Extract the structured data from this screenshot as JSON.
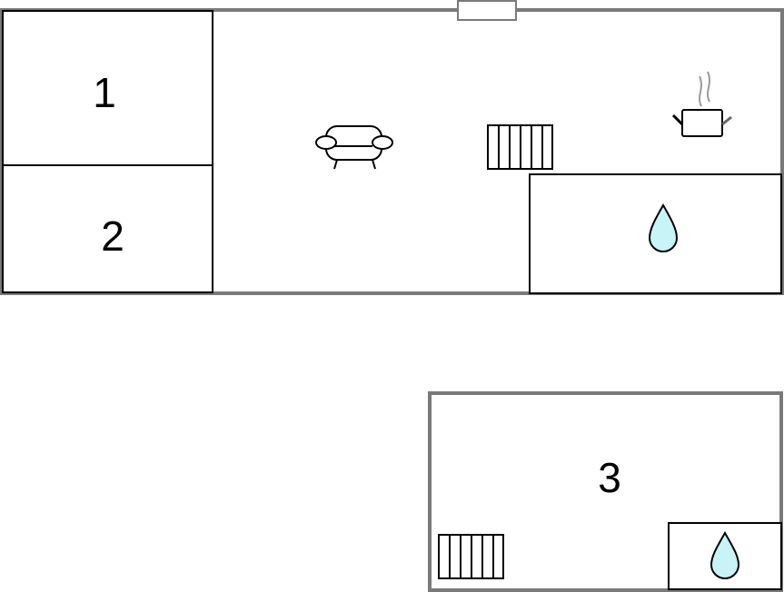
{
  "rooms": [
    {
      "label": "1"
    },
    {
      "label": "2"
    },
    {
      "label": "3"
    }
  ],
  "colors": {
    "outer_wall": "#7a7a7a",
    "inner_wall": "#000000",
    "water_drop": "#c8f4f8",
    "steam": "#9a9a9a"
  },
  "icons": [
    "sofa-icon",
    "radiator-icon",
    "cooking-pot-icon",
    "water-drop-icon",
    "window-icon"
  ]
}
